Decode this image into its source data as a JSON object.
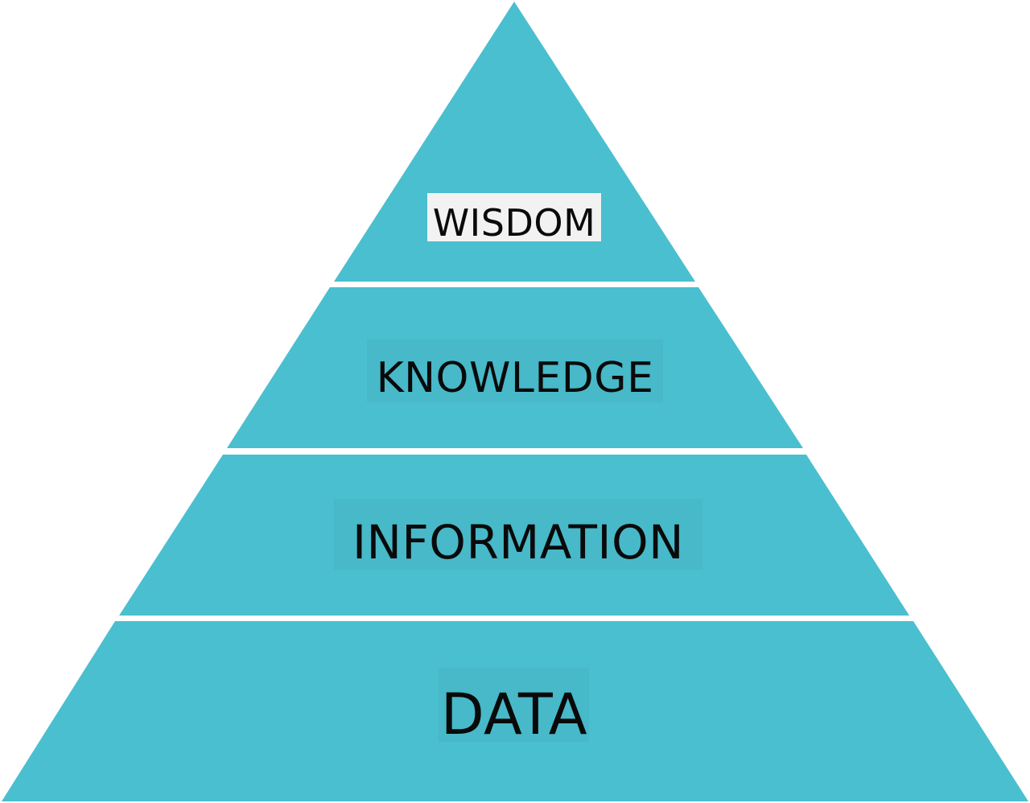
{
  "diagram": {
    "type": "pyramid",
    "colors": {
      "tier_fill": "#4ABFCF",
      "label_highlight": "#47B9C9",
      "top_label_highlight": "#F2F2F2",
      "label_text": "#0A0A0A",
      "separator": "#FFFFFF"
    },
    "tiers": [
      {
        "id": "wisdom",
        "label": "WISDOM"
      },
      {
        "id": "knowledge",
        "label": "KNOWLEDGE"
      },
      {
        "id": "information",
        "label": "INFORMATION"
      },
      {
        "id": "data",
        "label": "DATA"
      }
    ]
  }
}
